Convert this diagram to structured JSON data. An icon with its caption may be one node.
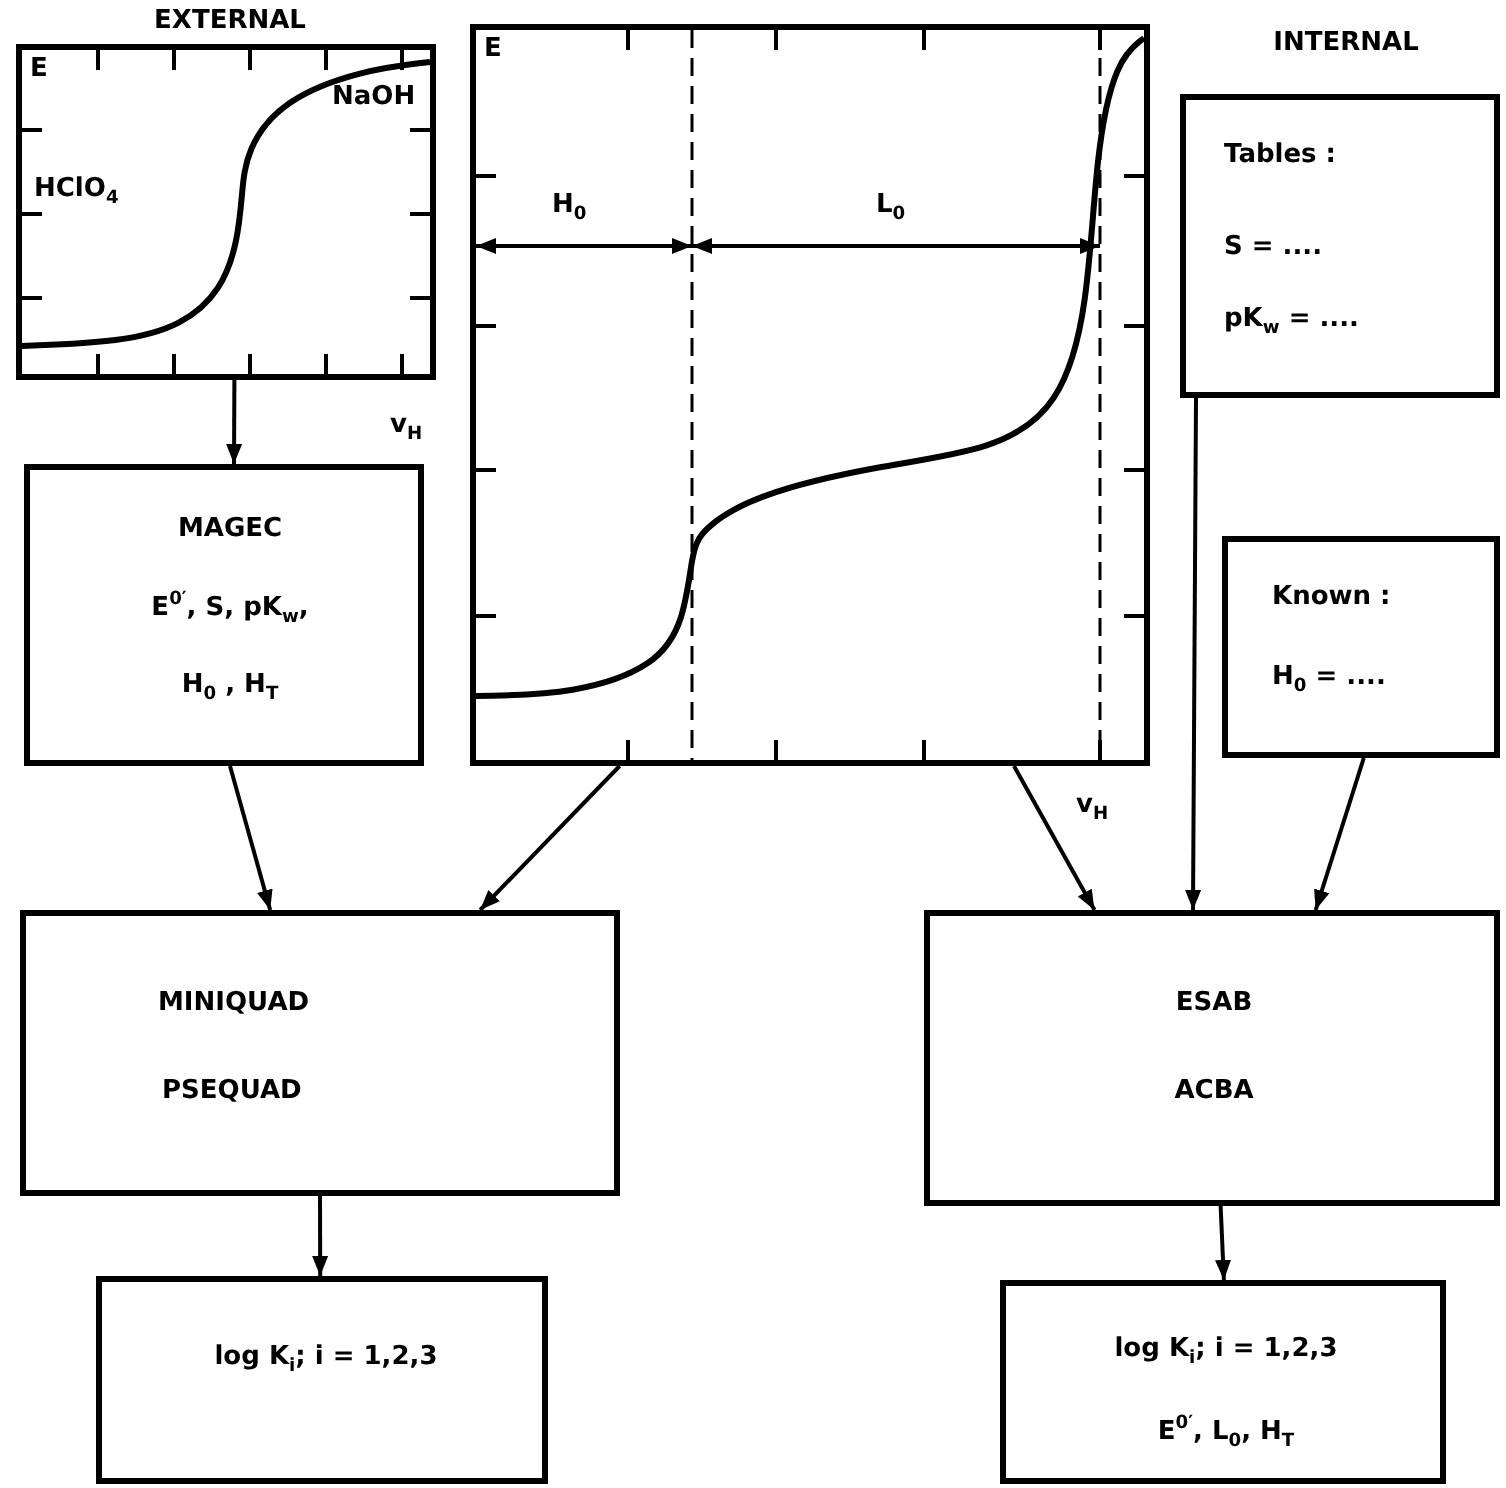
{
  "diagram": {
    "nodes": [
      {
        "text": [
          "EXTERNAL",
          "E",
          "NaOH",
          "HClO$_{4}$",
          "v$_{H}$"
        ]
      },
      {
        "text": [
          "MAGEC",
          "E$^{0′}$, S, pK$_{w}$,",
          "H$_{0}$ , H$_{T}$"
        ]
      },
      {
        "text": [
          "E",
          "H$_{0}$",
          "L$_{0}$",
          "v$_{H}$"
        ]
      },
      {
        "text": [
          "INTERNAL",
          "Tables :",
          "S = ....",
          "pK$_{w}$ = ...."
        ]
      },
      {
        "text": [
          "Known :",
          "H$_{0}$ = ...."
        ]
      },
      {
        "text": [
          "MINIQUAD",
          "PSEQUAD"
        ]
      },
      {
        "text": [
          "ESAB",
          "ACBA"
        ]
      },
      {
        "text": [
          "log K$_{i}$; i = 1,2,3"
        ]
      },
      {
        "text": [
          "log K$_{i}$; i = 1,2,3",
          "E$^{0′}$, L$_{0}$, H$_{T}$"
        ]
      }
    ],
    "edges": [
      {
        "from": 0,
        "to": 1,
        "arrow": "to"
      },
      {
        "from": 1,
        "to": 5,
        "arrow": "to"
      },
      {
        "from": 2,
        "to": 5,
        "arrow": "to"
      },
      {
        "from": 2,
        "to": 6,
        "arrow": "to"
      },
      {
        "from": 3,
        "to": 6,
        "arrow": "to"
      },
      {
        "from": 4,
        "to": 6,
        "arrow": "to"
      },
      {
        "from": 5,
        "to": 7,
        "arrow": "to"
      },
      {
        "from": 6,
        "to": 8,
        "arrow": "to"
      }
    ]
  }
}
